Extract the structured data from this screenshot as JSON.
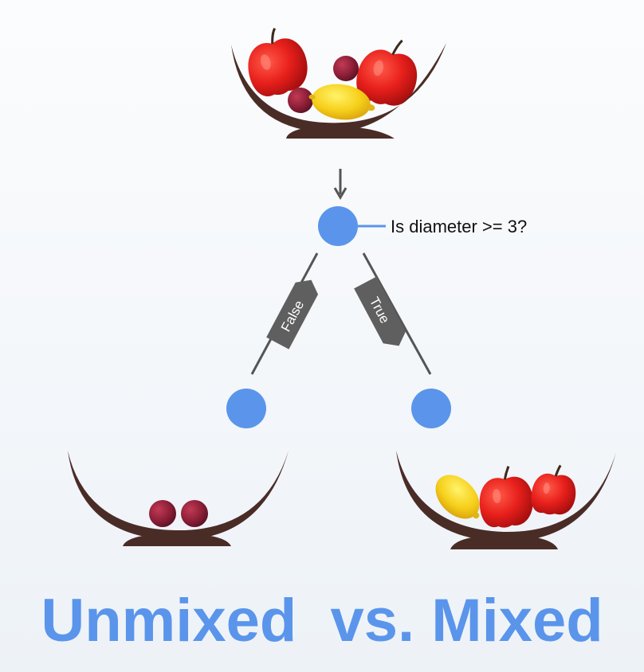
{
  "question": "Is diameter >= 3?",
  "branches": {
    "false_label": "False",
    "true_label": "True"
  },
  "caption": {
    "left": "Unmixed",
    "middle": "vs.",
    "right": "Mixed"
  },
  "colors": {
    "node": "#5a95eb",
    "caption": "#5a95eb",
    "basket": "#4a2c27",
    "edge": "#555555",
    "tag": "#5f5f5f"
  },
  "baskets": {
    "root": [
      "apple",
      "apple",
      "lemon",
      "grape",
      "grape"
    ],
    "left_leaf": [
      "grape",
      "grape"
    ],
    "right_leaf": [
      "lemon",
      "apple",
      "apple"
    ]
  }
}
